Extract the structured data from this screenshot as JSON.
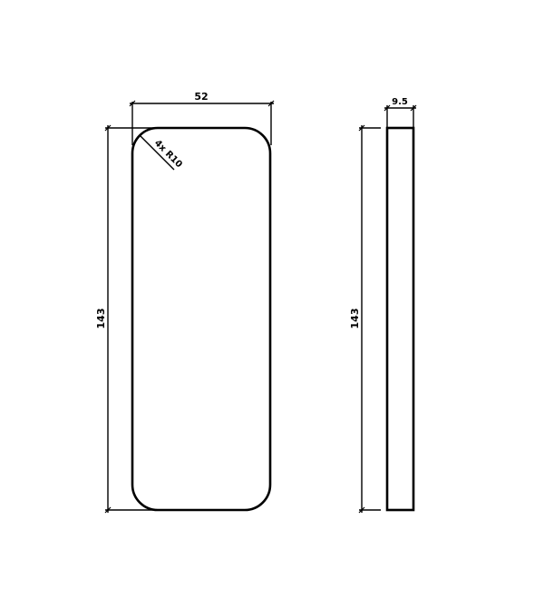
{
  "drawing": {
    "front_view": {
      "width_dim": "52",
      "height_dim": "143",
      "radius_note": "4x R10"
    },
    "side_view": {
      "thickness_dim": "9.5",
      "height_dim": "143"
    },
    "colors": {
      "line": "#000000",
      "background": "#ffffff"
    }
  }
}
